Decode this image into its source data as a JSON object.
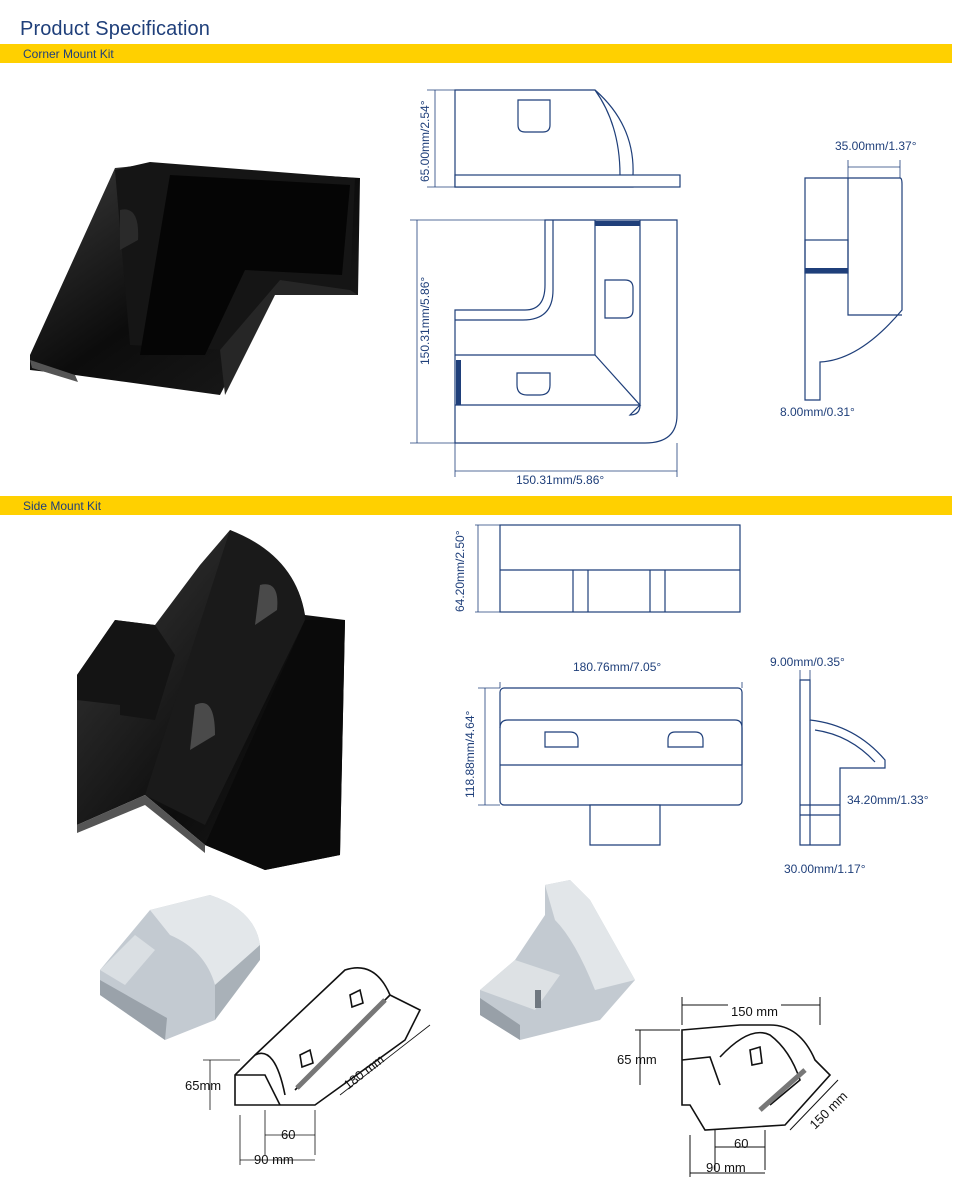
{
  "page": {
    "title": "Product Specification",
    "accent_color": "#ffd000",
    "text_color": "#1f3f7a"
  },
  "corner_kit": {
    "label": "Corner Mount Kit",
    "dims": {
      "height": "65.00mm/2.54°",
      "depth": "150.31mm/5.86°",
      "width": "150.31mm/5.86°",
      "top_width": "35.00mm/1.37°",
      "base": "8.00mm/0.31°"
    }
  },
  "side_kit": {
    "label": "Side Mount Kit",
    "dims": {
      "height": "64.20mm/2.50°",
      "length": "180.76mm/7.05°",
      "depth": "118.88mm/4.64°",
      "top": "9.00mm/0.35°",
      "step": "34.20mm/1.33°",
      "base": "30.00mm/1.17°"
    }
  },
  "sketches": {
    "side": {
      "height": "65mm",
      "length": "180 mm",
      "inner": "60",
      "outer": "90 mm"
    },
    "corner": {
      "width": "150 mm",
      "height": "65 mm",
      "depth": "150 mm",
      "inner": "60",
      "outer": "90 mm"
    }
  }
}
